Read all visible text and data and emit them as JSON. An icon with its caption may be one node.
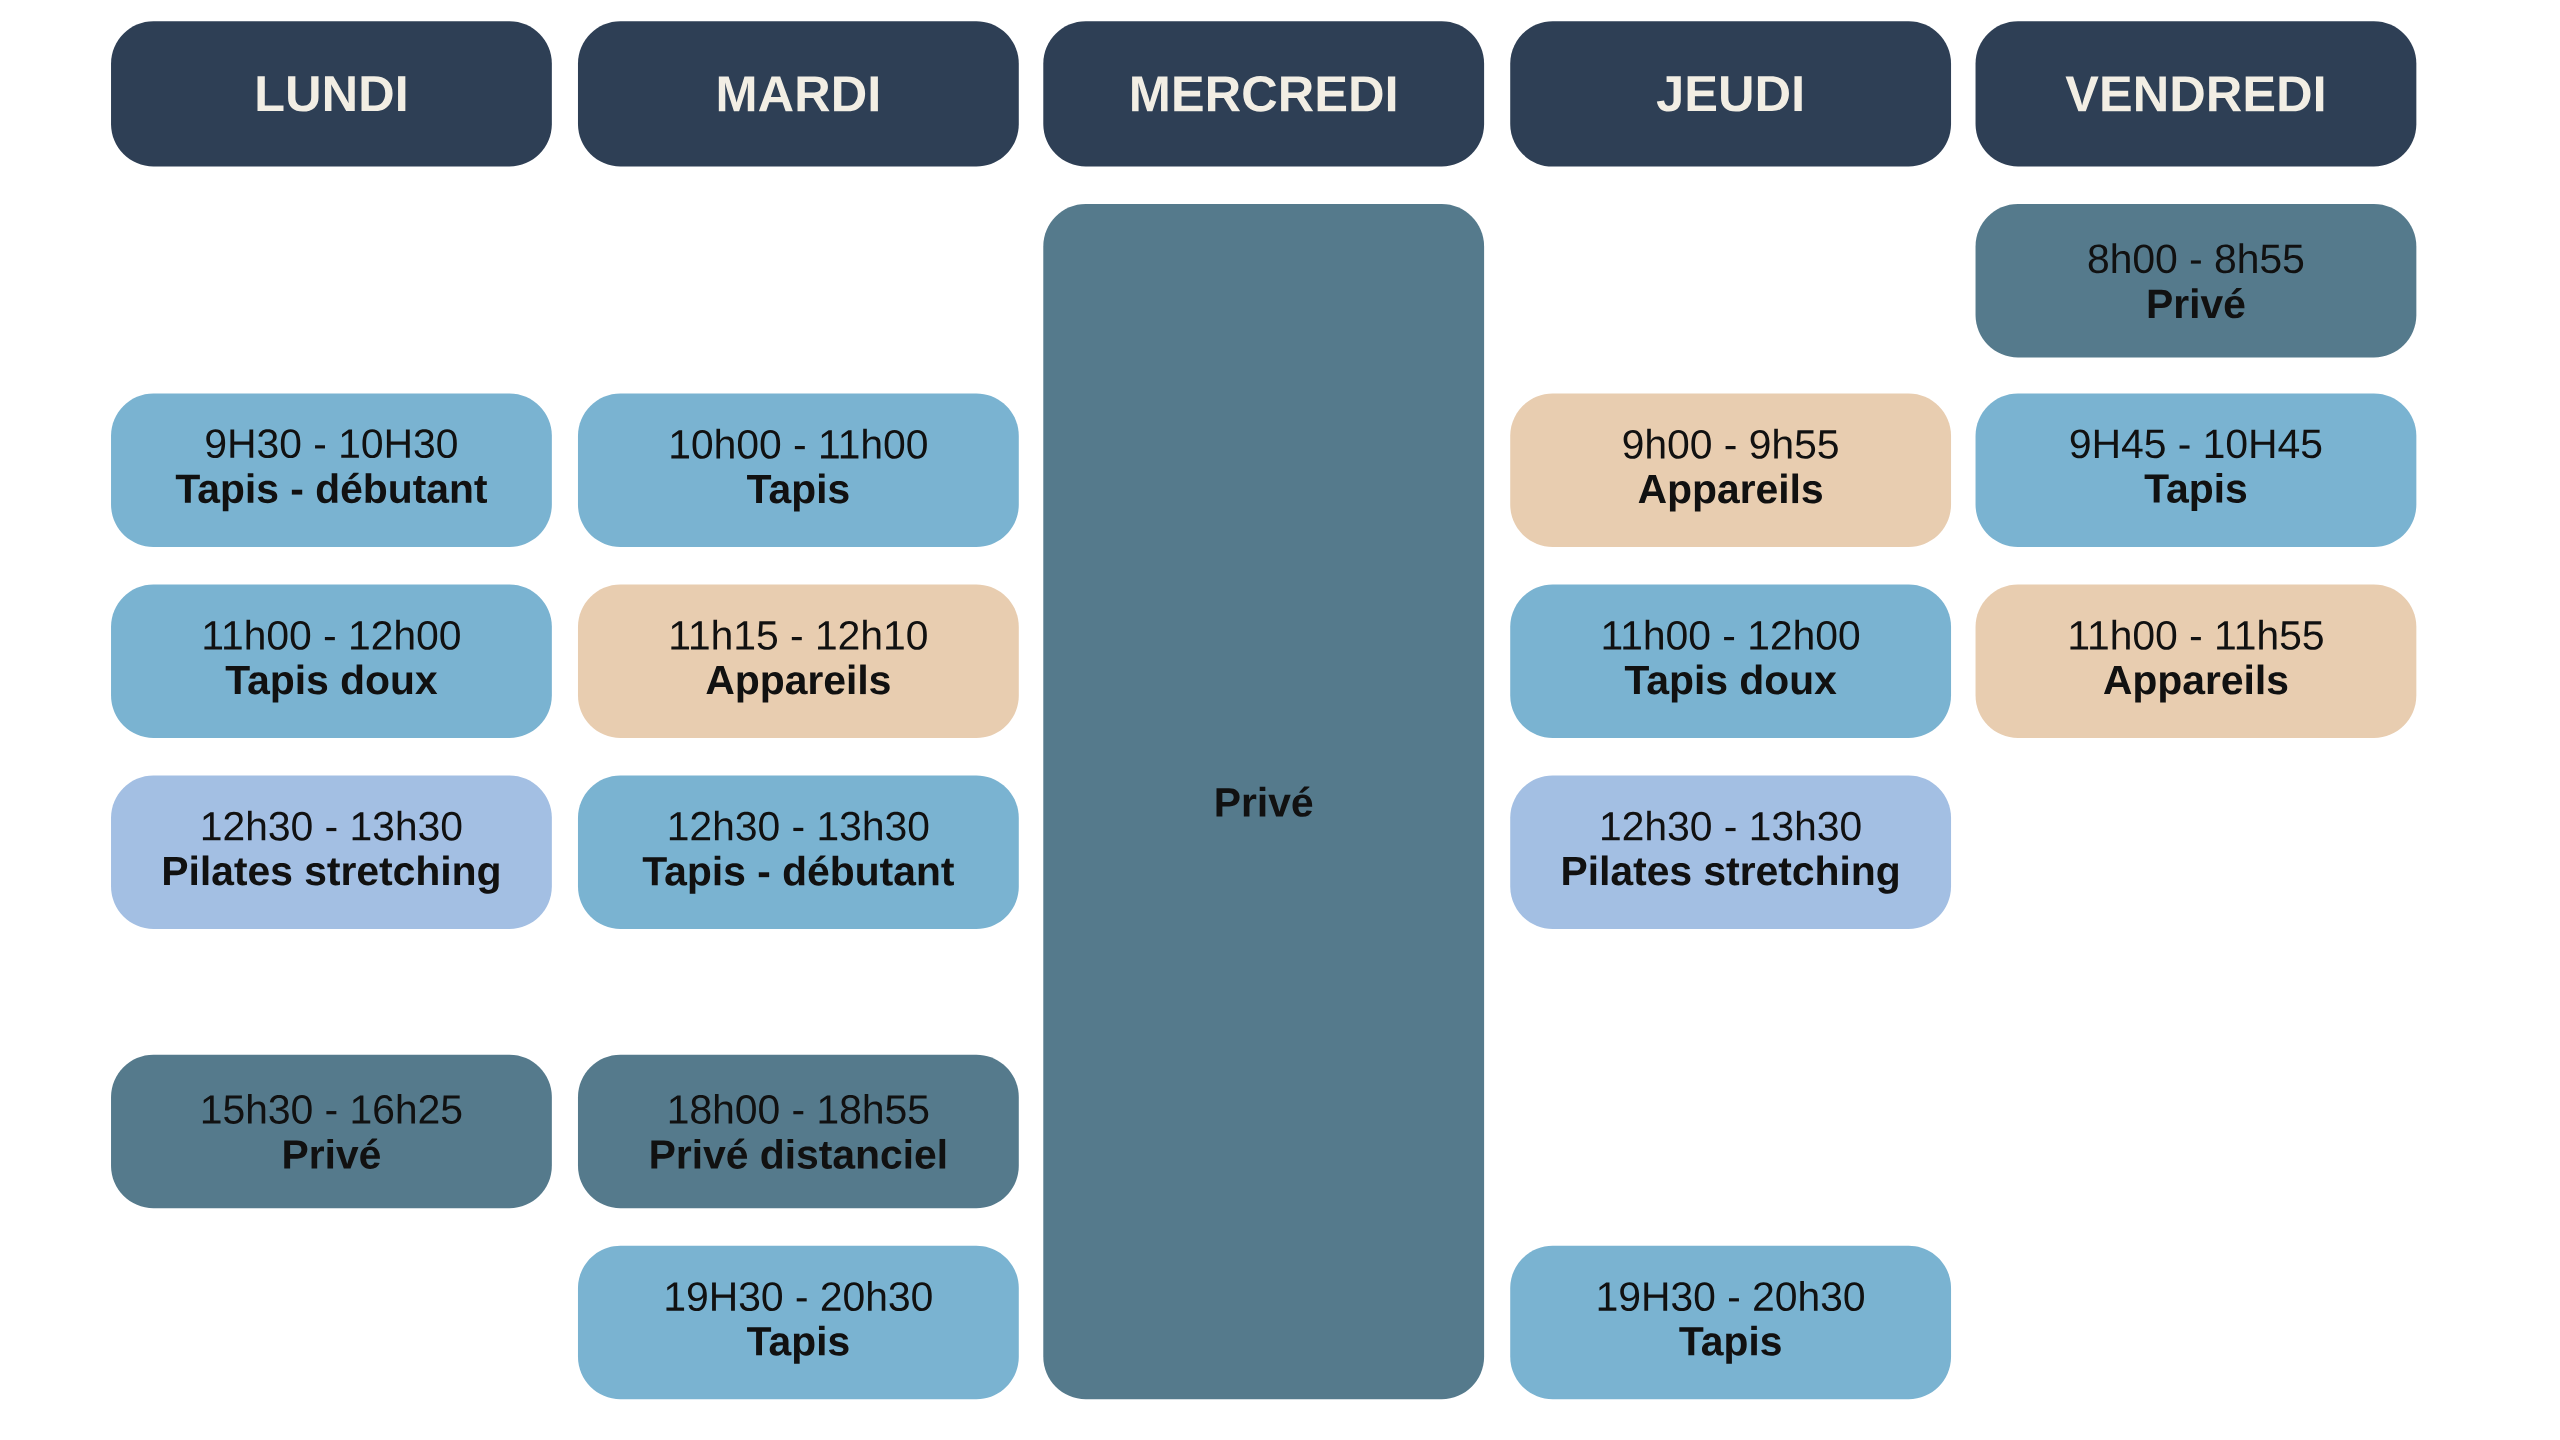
{
  "diagram": {
    "nodes": [
      {
        "text": [
          "LUNDI"
        ]
      },
      {
        "text": [
          "MARDI"
        ]
      },
      {
        "text": [
          "MERCREDI"
        ]
      },
      {
        "text": [
          "JEUDI"
        ]
      },
      {
        "text": [
          "VENDREDI"
        ]
      },
      {
        "text": [
          "Privé"
        ]
      },
      {
        "text": [
          "8h00 - 8h55",
          "Privé"
        ]
      },
      {
        "text": [
          "9H30 - 10H30",
          "Tapis - débutant"
        ]
      },
      {
        "text": [
          "10h00 - 11h00",
          "Tapis"
        ]
      },
      {
        "text": [
          "9h00 - 9h55",
          "Appareils"
        ]
      },
      {
        "text": [
          "9H45 - 10H45",
          "Tapis"
        ]
      },
      {
        "text": [
          "11h00 - 12h00",
          "Tapis doux"
        ]
      },
      {
        "text": [
          "11h15 - 12h10",
          "Appareils"
        ]
      },
      {
        "text": [
          "11h00 - 12h00",
          "Tapis doux"
        ]
      },
      {
        "text": [
          "11h00 - 11h55",
          "Appareils"
        ]
      },
      {
        "text": [
          "12h30 - 13h30",
          "Pilates stretching"
        ]
      },
      {
        "text": [
          "12h30 - 13h30",
          "Tapis - débutant"
        ]
      },
      {
        "text": [
          "12h30 - 13h30",
          "Pilates stretching"
        ]
      },
      {
        "text": [
          "15h30 - 16h25",
          "Privé"
        ]
      },
      {
        "text": [
          "18h00 - 18h55",
          "Privé distanciel"
        ]
      },
      {
        "text": [
          "19H30 - 20h30",
          "Tapis"
        ]
      },
      {
        "text": [
          "19H30 - 20h30",
          "Tapis"
        ]
      }
    ]
  }
}
